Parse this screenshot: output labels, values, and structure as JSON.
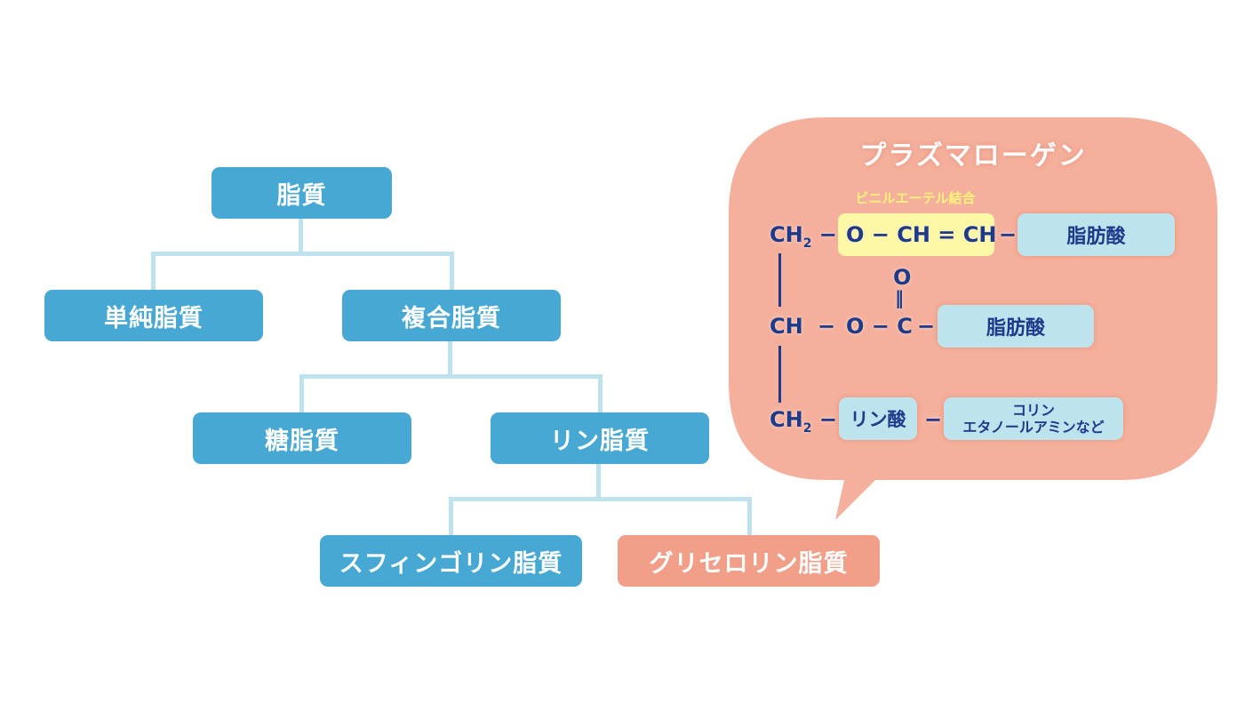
{
  "tree": {
    "root": "脂質",
    "level1": [
      "単純脂質",
      "複合脂質"
    ],
    "level2": [
      "糖脂質",
      "リン脂質"
    ],
    "level3": [
      "スフィンゴリン脂質",
      "グリセロリン脂質"
    ]
  },
  "callout": {
    "title": "プラズマローゲン",
    "vinyl_ether_label": "ビニルエーテル結合",
    "row1": {
      "group": "CH",
      "sub": "2",
      "vinyl": "O − CH = CH",
      "bond": "−",
      "box": "脂肪酸"
    },
    "row2": {
      "group": "CH",
      "ester": "O − C",
      "carbonyl_o": "O",
      "double_bond": "‖",
      "bond1": "−",
      "bond2": "−",
      "box": "脂肪酸"
    },
    "row3": {
      "group": "CH",
      "sub": "2",
      "bond1": "−",
      "phosphate": "リン酸",
      "bond2": "−",
      "base_line1": "コリン",
      "base_line2": "エタノールアミンなど"
    }
  },
  "colors": {
    "node_blue": "#47a8d3",
    "node_pink": "#f19f88",
    "connector": "#bfe3ee",
    "bubble": "#f4b09c",
    "chem_text": "#1e3a8a",
    "highlight": "#fcf8a6",
    "label_box": "#bde3ec"
  }
}
